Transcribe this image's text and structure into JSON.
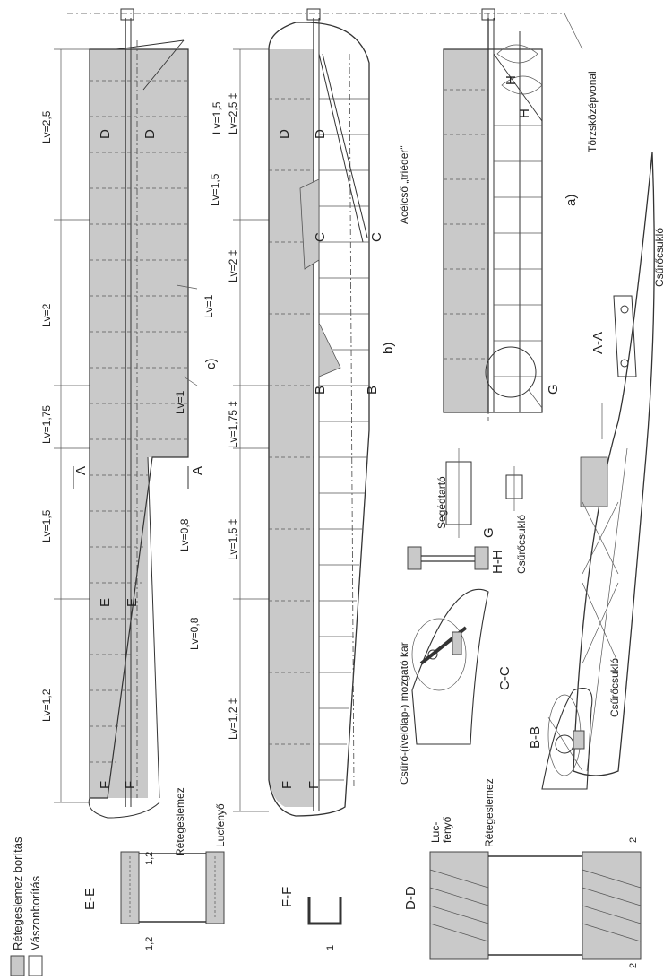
{
  "legend": {
    "plywood": "Rétegeslemez borítás",
    "fabric": "Vászonborítás"
  },
  "wing_c": {
    "label": "c)",
    "spans": [
      "Lv=1,2",
      "Lv=1,5",
      "Lv=1,75",
      "Lv=2",
      "Lv=2,5"
    ],
    "inner_labels": [
      "Lv=0,8",
      "Lv=0,8",
      "Lv=1",
      "Lv=1",
      "Lv=1,5",
      "Lv=1,5"
    ],
    "sections": [
      "F",
      "F",
      "E",
      "E",
      "A",
      "A",
      "D",
      "D"
    ]
  },
  "wing_b": {
    "label": "b)",
    "spans": [
      "Lv=1,2 ‡",
      "Lv=1,5 ‡",
      "Lv=1,75 ‡",
      "Lv=2 ‡",
      "Lv=2,5 ‡"
    ],
    "sections": [
      "F",
      "F",
      "B",
      "B",
      "C",
      "C",
      "D",
      "D"
    ],
    "tube_label": "Acélcső „triéder\""
  },
  "wing_a": {
    "label": "a)",
    "sections": [
      "H",
      "H",
      "G"
    ],
    "axis_label": "Törzsközépvonal"
  },
  "details": {
    "ee": {
      "title": "E-E",
      "dims": [
        "1,2",
        "1,2"
      ],
      "labels": [
        "Rétegeslemez",
        "Lucfenyő"
      ]
    },
    "ff": {
      "title": "F-F",
      "dims": [
        "1"
      ]
    },
    "dd": {
      "title": "D-D",
      "dims": [
        "2",
        "2"
      ],
      "labels": [
        "Luc-",
        "fenyő",
        "Rétegeslemez"
      ]
    },
    "cc": {
      "title": "C-C",
      "label": "Csűrő-(ívelőlap-) mozgató kar"
    },
    "bb": {
      "title": "B-B",
      "label": "Csűrőcsukló"
    },
    "hh": {
      "title": "H-H"
    },
    "g": {
      "title": "G",
      "labels": [
        "Segédtartó",
        "Csűrőcsukló"
      ]
    },
    "aa": {
      "title": "A-A",
      "label": "Csűrőcsukló"
    }
  }
}
